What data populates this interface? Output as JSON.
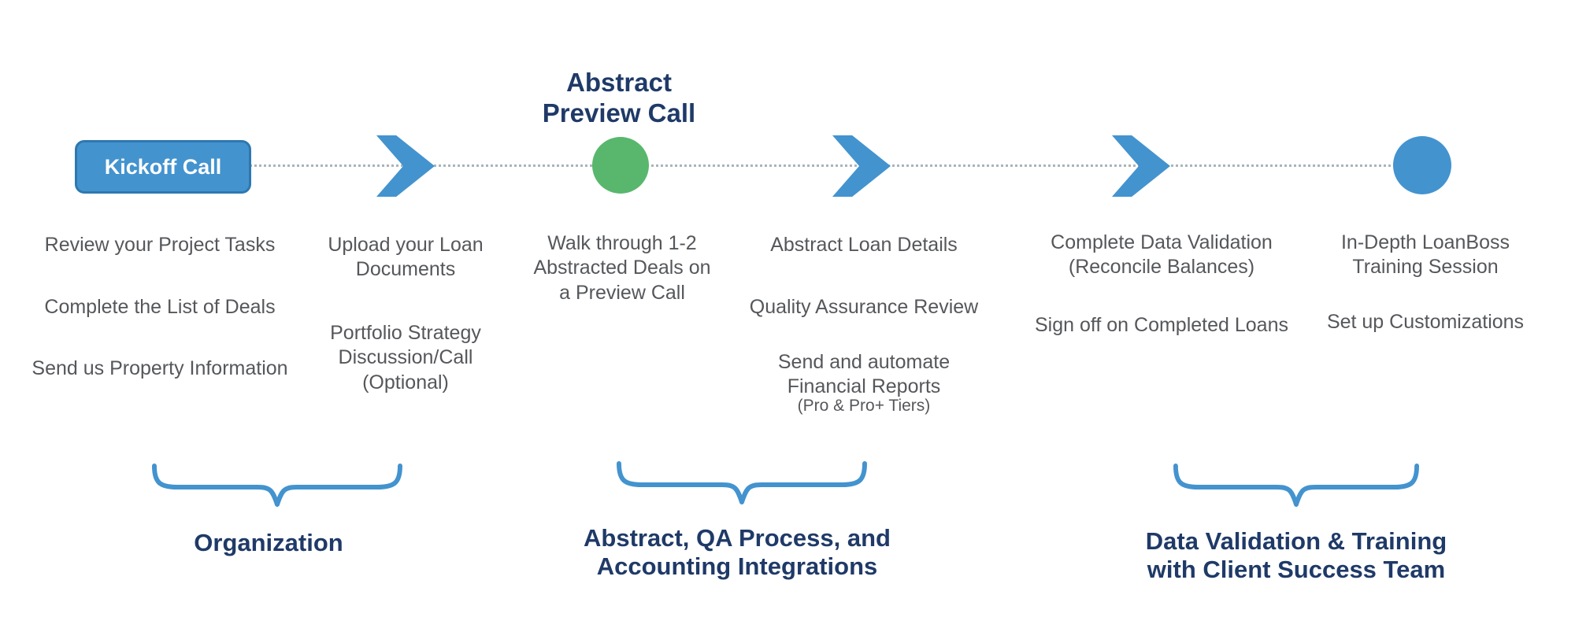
{
  "colors": {
    "blue": "#4393cf",
    "blue_dark": "#2e78b0",
    "green": "#58b76d",
    "navy": "#1f3a68",
    "gray_text": "#55575b",
    "dotted": "#a8b4bd"
  },
  "timeline": {
    "kickoff_label": "Kickoff Call",
    "milestone_heading": "Abstract Preview Call"
  },
  "columns": [
    {
      "tasks": [
        "Review your Project Tasks",
        "Complete the List of Deals",
        "Send us Property Information"
      ]
    },
    {
      "tasks": [
        "Upload your Loan Documents",
        "Portfolio Strategy Discussion/Call (Optional)"
      ]
    },
    {
      "tasks": [
        "Walk through 1-2 Abstracted Deals on a Preview Call"
      ]
    },
    {
      "tasks": [
        "Abstract Loan Details",
        "Quality Assurance Review",
        "Send and automate Financial Reports"
      ],
      "note": "(Pro & Pro+ Tiers)"
    },
    {
      "tasks": [
        "Complete Data Validation (Reconcile Balances)",
        "Sign off on Completed Loans"
      ]
    },
    {
      "tasks": [
        "In-Depth LoanBoss Training Session",
        "Set up Customizations"
      ]
    }
  ],
  "groups": [
    {
      "label": "Organization"
    },
    {
      "label": "Abstract, QA Process, and Accounting Integrations"
    },
    {
      "label": "Data Validation & Training with Client Success Team"
    }
  ]
}
